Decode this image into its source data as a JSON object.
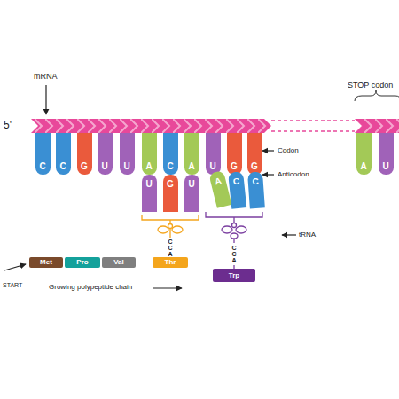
{
  "diagram": {
    "nodes": [
      {
        "text": [
          "C"
        ]
      },
      {
        "text": [
          "C"
        ]
      },
      {
        "text": [
          "G"
        ]
      },
      {
        "text": [
          "U"
        ]
      },
      {
        "text": [
          "U"
        ]
      },
      {
        "text": [
          "A"
        ]
      },
      {
        "text": [
          "C"
        ]
      },
      {
        "text": [
          "A"
        ]
      },
      {
        "text": [
          "U"
        ]
      },
      {
        "text": [
          "G"
        ]
      },
      {
        "text": [
          "G"
        ]
      },
      {
        "text": [
          "A"
        ]
      },
      {
        "text": [
          "U"
        ]
      },
      {
        "text": [
          "U"
        ]
      },
      {
        "text": [
          "G"
        ]
      },
      {
        "text": [
          "U"
        ]
      },
      {
        "text": [
          "A"
        ]
      },
      {
        "text": [
          "C"
        ]
      },
      {
        "text": [
          "C"
        ]
      },
      {
        "text": [
          "Met"
        ]
      },
      {
        "text": [
          "Pro"
        ]
      },
      {
        "text": [
          "Val"
        ]
      },
      {
        "text": [
          "Thr"
        ]
      },
      {
        "text": [
          "Trp"
        ]
      }
    ],
    "labels": [
      "5'",
      "mRNA",
      "STOP codon",
      "Codon",
      "Anticodon",
      "tRNA",
      "C",
      "C",
      "A",
      "C",
      "C",
      "A",
      "START",
      "Growing polypeptide chain"
    ]
  }
}
